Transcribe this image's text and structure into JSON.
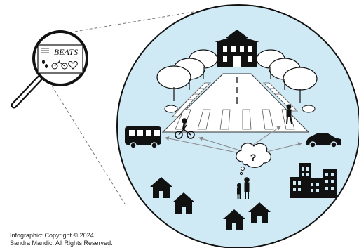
{
  "logo": {
    "text": "BEATS",
    "icons": [
      "footprints-icon",
      "bicycle-icon",
      "heart-icon"
    ]
  },
  "scene": {
    "question_mark": "?",
    "icons": [
      "school-icon",
      "tree-icon",
      "bush-icon",
      "road-icon",
      "crosswalk-icon",
      "pedestrian-icon",
      "cyclist-icon",
      "bus-icon",
      "car-icon",
      "thought-bubble-icon",
      "parent-child-icon",
      "house-icon",
      "apartment-buildings-icon",
      "magnifying-glass-icon"
    ],
    "colors": {
      "circle_fill": "#cfe9f5",
      "outline": "#111111",
      "road": "#ffffff",
      "arrows": "#888888"
    }
  },
  "credit": {
    "line1": "Infographic: Copyright © 2024",
    "line2": "Sandra Mandic. All Rights Reserved."
  }
}
